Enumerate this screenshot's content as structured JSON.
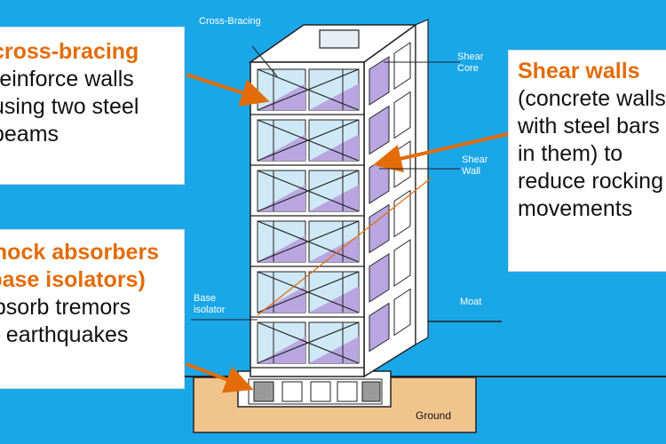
{
  "callouts": {
    "cross_bracing": {
      "title": "cross-bracing",
      "lines": [
        "reinforce walls",
        "using two steel",
        "beams"
      ]
    },
    "shock_absorbers": {
      "title_lines": [
        "shock absorbers",
        "(base isolators)"
      ],
      "lines": [
        "absorb tremors",
        "of earthquakes"
      ]
    },
    "shear_walls": {
      "title": "Shear walls",
      "lines": [
        "(concrete walls",
        "with steel bars",
        "in them) to",
        "reduce rocking",
        "movements"
      ]
    }
  },
  "diagram_labels": {
    "cross_bracing": "Cross-Bracing",
    "shear_core": [
      "Shear",
      "Core"
    ],
    "shear_wall": [
      "Shear",
      "Wall"
    ],
    "base_isolator": [
      "Base",
      "isolator"
    ],
    "moat": "Moat",
    "ground": "Ground"
  },
  "colors": {
    "background": "#1aa7e8",
    "accent_orange": "#e36c09",
    "panel_purple": "#b9a6e0",
    "window_blue": "#cfe8f5",
    "ground": "#f2c48d"
  }
}
